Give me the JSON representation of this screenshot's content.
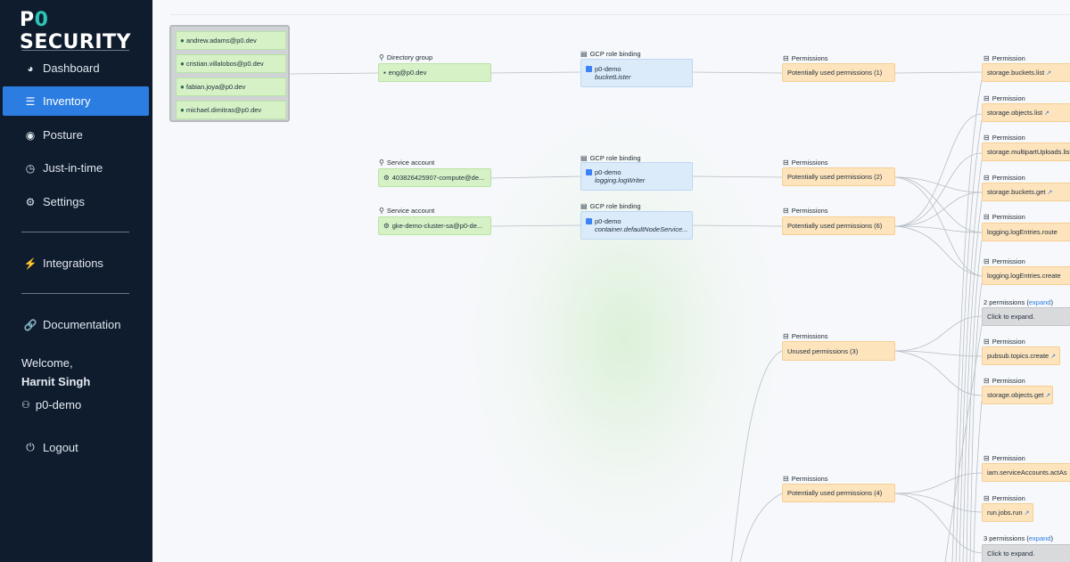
{
  "brand": {
    "logo_main": "P",
    "logo_mark": "0",
    "logo_rest": " SECURITY"
  },
  "sidebar": {
    "items": [
      {
        "label": "Dashboard",
        "icon": "dashboard-icon",
        "glyph": "◕"
      },
      {
        "label": "Inventory",
        "icon": "inventory-icon",
        "glyph": "☰",
        "active": true
      },
      {
        "label": "Posture",
        "icon": "eye-icon",
        "glyph": "◉"
      },
      {
        "label": "Just-in-time",
        "icon": "clock-icon",
        "glyph": "◷"
      },
      {
        "label": "Settings",
        "icon": "gear-icon",
        "glyph": "⚙"
      },
      {
        "label": "Integrations",
        "icon": "plug-icon",
        "glyph": "⚡"
      },
      {
        "label": "Documentation",
        "icon": "link-icon",
        "glyph": "🔗"
      },
      {
        "label": "Logout",
        "icon": "logout-icon",
        "glyph": "⏻"
      }
    ],
    "welcome": "Welcome,",
    "user_name": "Harnit Singh",
    "org": "p0-demo",
    "org_icon": "users-icon"
  },
  "graph": {
    "users": [
      "andrew.adams@p0.dev",
      "cristian.villalobos@p0.dev",
      "fabian.joya@p0.dev",
      "michael.dimitras@p0.dev"
    ],
    "identities": [
      {
        "type": "Directory group",
        "name": "eng@p0.dev"
      },
      {
        "type": "Service account",
        "name": "403826425907-compute@de..."
      },
      {
        "type": "Service account",
        "name": "gke-demo-cluster-sa@p0-de..."
      }
    ],
    "bindings": [
      {
        "type": "GCP role binding",
        "project": "p0-demo",
        "role": "bucketLister"
      },
      {
        "type": "GCP role binding",
        "project": "p0-demo",
        "role": "logging.logWriter"
      },
      {
        "type": "GCP role binding",
        "project": "p0-demo",
        "role": "container.defaultNodeService..."
      }
    ],
    "permission_groups": [
      {
        "type": "Permissions",
        "label": "Potentially used permissions (1)"
      },
      {
        "type": "Permissions",
        "label": "Potentially used permissions (2)"
      },
      {
        "type": "Permissions",
        "label": "Potentially used permissions (6)"
      },
      {
        "type": "Permissions",
        "label": "Unused permissions (3)"
      },
      {
        "type": "Permissions",
        "label": "Potentially used permissions (4)"
      }
    ],
    "permissions": [
      {
        "type": "Permission",
        "label": "storage.buckets.list"
      },
      {
        "type": "Permission",
        "label": "storage.objects.list"
      },
      {
        "type": "Permission",
        "label": "storage.multipartUploads.list"
      },
      {
        "type": "Permission",
        "label": "storage.buckets.get"
      },
      {
        "type": "Permission",
        "label": "logging.logEntries.route"
      },
      {
        "type": "Permission",
        "label": "logging.logEntries.create"
      },
      {
        "type": "Permission",
        "label": "pubsub.topics.create"
      },
      {
        "type": "Permission",
        "label": "storage.objects.get"
      },
      {
        "type": "Permission",
        "label": "iam.serviceAccounts.actAs"
      },
      {
        "type": "Permission",
        "label": "run.jobs.run"
      }
    ],
    "collapsed": [
      {
        "count_text": "2 permissions",
        "expand_label": "expand",
        "click_text": "Click to expand."
      },
      {
        "count_text": "3 permissions",
        "expand_label": "expand",
        "click_text": "Click to expand."
      }
    ]
  }
}
